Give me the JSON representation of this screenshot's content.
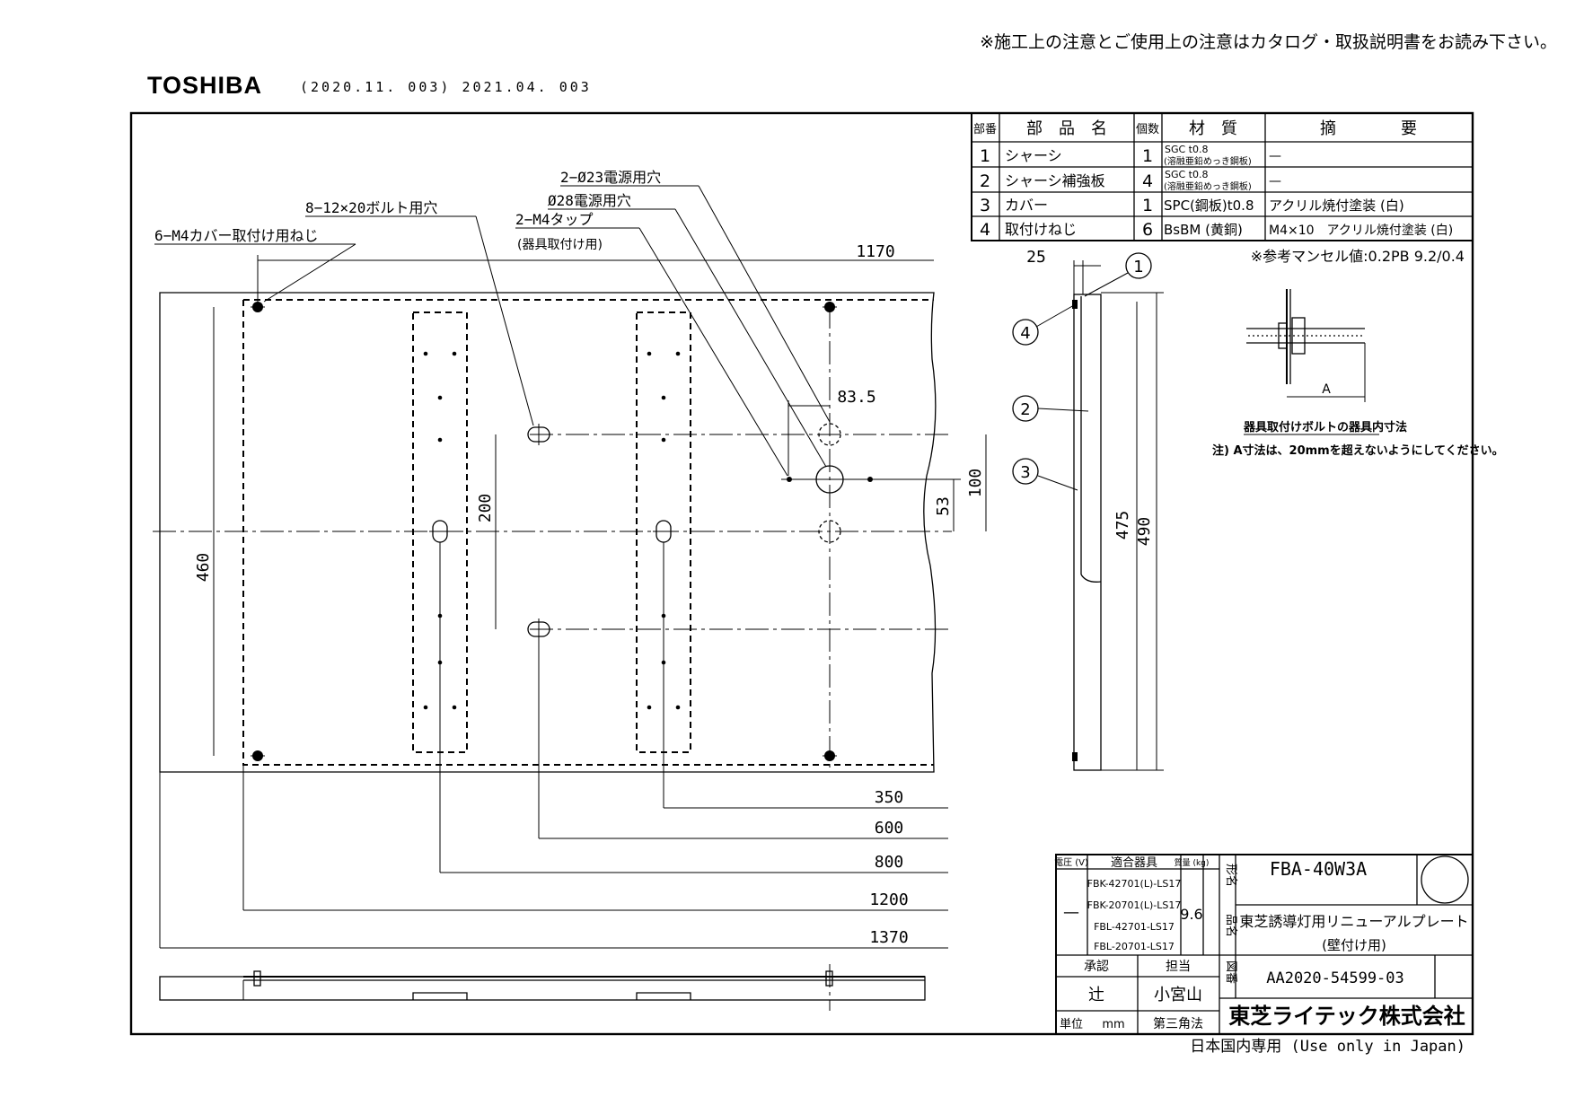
{
  "header": {
    "note": "※施工上の注意とご使用上の注意はカタログ・取扱説明書をお読み下さい。",
    "logo": "TOSHIBA",
    "revisions": "(2020.11. 003) 2021.04. 003"
  },
  "parts_table": {
    "headers": [
      "部番",
      "部　品　名",
      "個数",
      "材　質",
      "摘　　　　要"
    ],
    "rows": [
      {
        "no": "1",
        "name": "シャーシ",
        "qty": "1",
        "material_1": "SGC t0.8",
        "material_2": "(溶融亜鉛めっき鋼板)",
        "remark": "—"
      },
      {
        "no": "2",
        "name": "シャーシ補強板",
        "qty": "4",
        "material_1": "SGC t0.8",
        "material_2": "(溶融亜鉛めっき鋼板)",
        "remark": "—"
      },
      {
        "no": "3",
        "name": "カバー",
        "qty": "1",
        "material_1": "SPC(鋼板)t0.8",
        "material_2": "",
        "remark": "アクリル焼付塗装 (白)"
      },
      {
        "no": "4",
        "name": "取付けねじ",
        "qty": "6",
        "material_1": "BsBM (黄銅)",
        "material_2": "",
        "remark": "M4×10　アクリル焼付塗装 (白)"
      }
    ],
    "munsell_note": "※参考マンセル値:0.2PB 9.2/0.4"
  },
  "plan_view": {
    "labels": {
      "cover_screw": "6−M4カバー取付け用ねじ",
      "bolt_hole": "8−12×20ボルト用穴",
      "power_hole_23": "2−Ø23電源用穴",
      "power_hole_28": "Ø28電源用穴",
      "tap": "2−M4タップ",
      "tap_sub": "(器具取付け用)"
    },
    "dimensions": {
      "overall_top": "1170",
      "d83": "83.5",
      "d100": "100",
      "d53": "53",
      "d200": "200",
      "d460": "460",
      "d350": "350",
      "d600": "600",
      "d800": "800",
      "d1200": "1200",
      "d1370": "1370"
    }
  },
  "side_view": {
    "dims": {
      "d25": "25",
      "d475": "475",
      "d490": "490"
    },
    "callouts": [
      "1",
      "4",
      "2",
      "3"
    ]
  },
  "bolt_detail": {
    "dim_label": "A",
    "title": "器具取付けボルトの器具内寸法",
    "note": "注) A寸法は、20mmを超えないようにしてください。"
  },
  "title_block": {
    "voltage_header": "電圧 (V)",
    "fixtures_header": "適合器具",
    "mass_header": "質量 (kg)",
    "voltage": "—",
    "fixtures": [
      "FBK-42701(L)-LS17",
      "FBK-20701(L)-LS17",
      "FBL-42701-LS17",
      "FBL-20701-LS17"
    ],
    "mass": "9.6",
    "model_label": "形名",
    "model": "FBA-40W3A",
    "product_label": "品名",
    "product_line1": "東芝誘導灯用リニューアルプレート",
    "product_line2": "(壁付け用)",
    "approved_label": "承認",
    "charge_label": "担当",
    "approved": "辻",
    "charge": "小宮山",
    "drawing_label": "図番",
    "drawing_no": "AA2020-54599-03",
    "unit_label": "単位",
    "unit": "mm",
    "projection": "第三角法",
    "company": "東芝ライテック株式会社",
    "japan_only": "日本国内専用 (Use only in Japan)"
  }
}
